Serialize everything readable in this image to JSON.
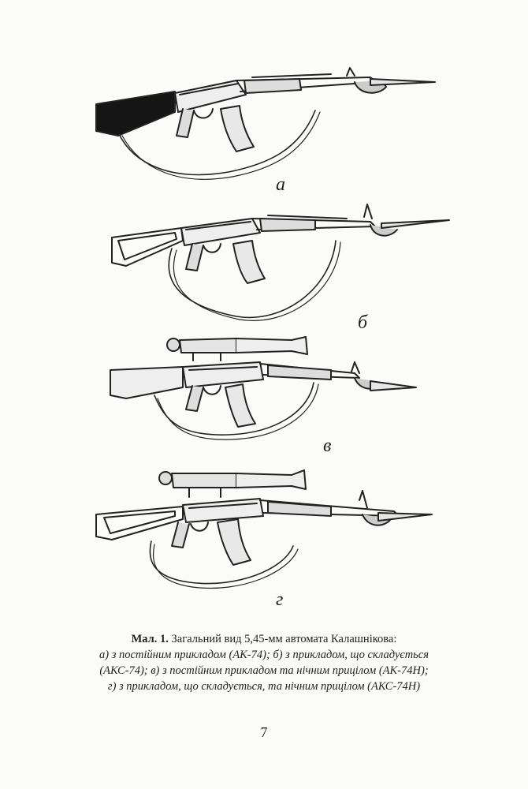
{
  "figures": [
    {
      "letter": "а",
      "rifle": "АК-74"
    },
    {
      "letter": "б",
      "rifle": "АКС-74"
    },
    {
      "letter": "в",
      "rifle": "АК-74Н"
    },
    {
      "letter": "г",
      "rifle": "АКС-74Н"
    }
  ],
  "caption": {
    "label": "Мал. 1.",
    "title": " Загальний вид 5,45-мм автомата Калашнікова:",
    "lines": [
      "а) з постійним прикладом (АК-74); б) з прикладом, що складується",
      "(АКС-74); в) з постійним прикладом та нічним прицілом (АК-74Н);",
      "г) з прикладом, що складується, та нічним прицілом (АКС-74Н)"
    ]
  },
  "page_number": "7",
  "colors": {
    "ink": "#222222",
    "paper": "#fbfbfa"
  }
}
